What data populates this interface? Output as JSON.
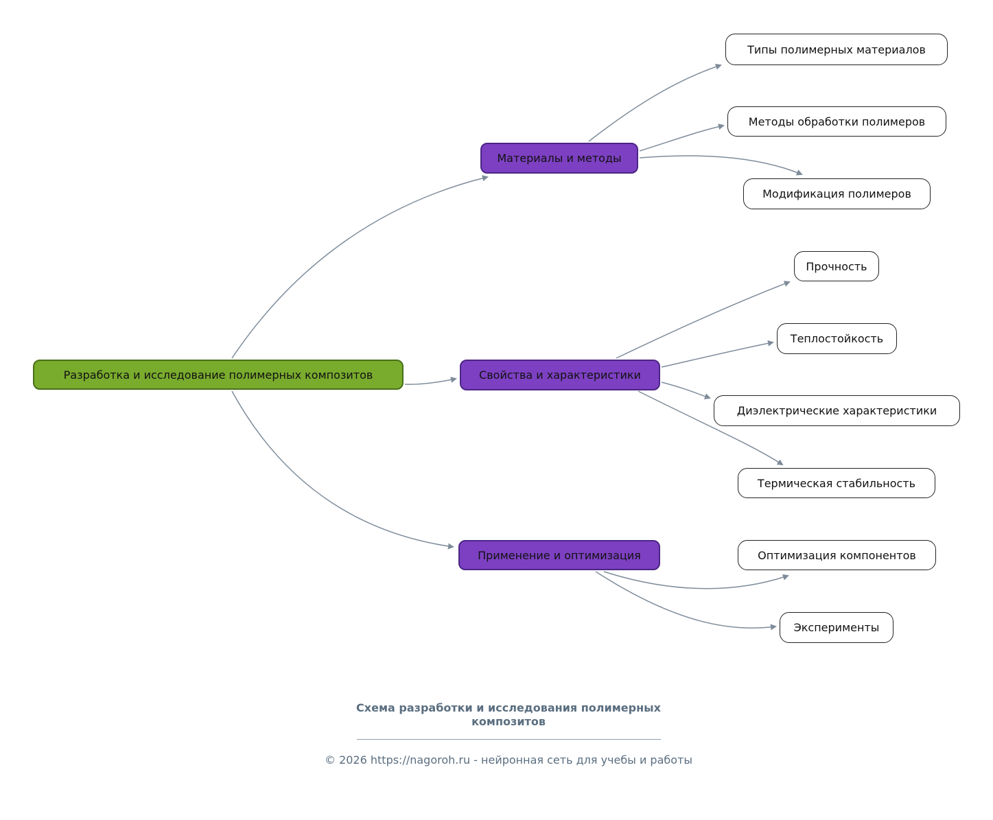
{
  "diagram": {
    "root": {
      "label": "Разработка и исследование полимерных композитов"
    },
    "branches": [
      {
        "label": "Материалы и методы",
        "children": [
          {
            "label": "Типы полимерных материалов"
          },
          {
            "label": "Методы обработки полимеров"
          },
          {
            "label": "Модификация полимеров"
          }
        ]
      },
      {
        "label": "Свойства и характеристики",
        "children": [
          {
            "label": "Прочность"
          },
          {
            "label": "Теплостойкость"
          },
          {
            "label": "Диэлектрические характеристики"
          },
          {
            "label": "Термическая стабильность"
          }
        ]
      },
      {
        "label": "Применение и оптимизация",
        "children": [
          {
            "label": "Оптимизация компонентов"
          },
          {
            "label": "Эксперименты"
          }
        ]
      }
    ],
    "colors": {
      "root_bg": "#79ab2d",
      "root_border": "#49701a",
      "branch_bg": "#7d40c2",
      "branch_border": "#4b2584",
      "leaf_bg": "#ffffff",
      "leaf_border": "#222222",
      "edge": "#7e8c9a",
      "footer_text": "#5a6e80"
    }
  },
  "footer": {
    "title": "Схема разработки и исследования полимерных композитов",
    "copyright": "© 2026 https://nagoroh.ru - нейронная сеть для учебы и работы"
  }
}
